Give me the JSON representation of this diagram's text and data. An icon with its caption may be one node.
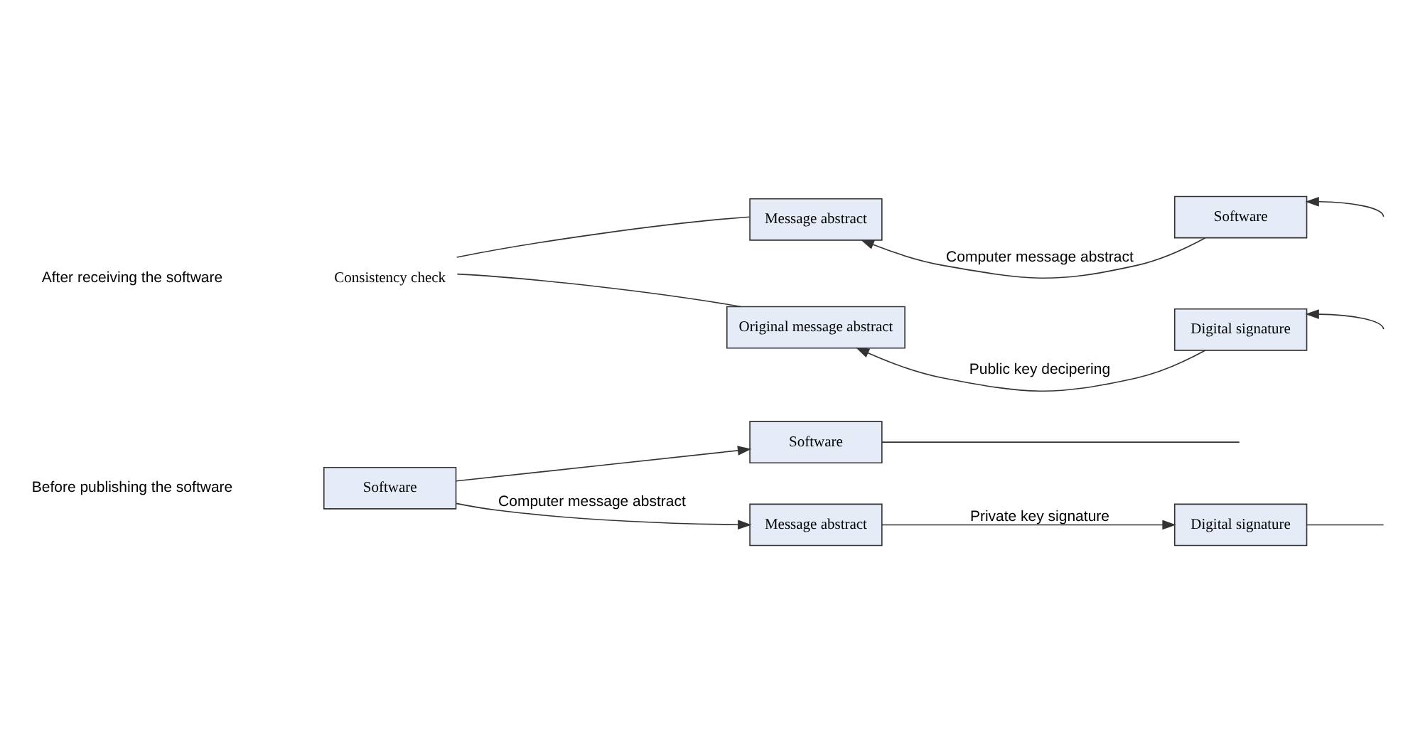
{
  "diagram": {
    "nodes": [
      {
        "text": [
          "Software"
        ]
      },
      {
        "text": [
          "Software"
        ]
      },
      {
        "text": [
          "Message abstract"
        ]
      },
      {
        "text": [
          "Digital signature"
        ]
      },
      {
        "text": [
          "Message abstract"
        ]
      },
      {
        "text": [
          "Software"
        ]
      },
      {
        "text": [
          "Original message abstract"
        ]
      },
      {
        "text": [
          "Digital signature"
        ]
      },
      {
        "text": [
          "Consistency check"
        ]
      }
    ],
    "edges": [
      {
        "from": 0,
        "to": 1,
        "arrow": "to"
      },
      {
        "from": 0,
        "to": 2,
        "arrow": "to",
        "label": "Computer message abstract"
      },
      {
        "from": 2,
        "to": 3,
        "arrow": "to",
        "label": "Private key signature"
      },
      {
        "from": 1,
        "to": null,
        "arrow": "none"
      },
      {
        "from": 3,
        "to": null,
        "arrow": "none"
      },
      {
        "from": 5,
        "to": 4,
        "arrow": "to",
        "label": "Computer message abstract"
      },
      {
        "from": 7,
        "to": 6,
        "arrow": "to",
        "label": "Public key decipering"
      },
      {
        "from": null,
        "to": 5,
        "arrow": "to"
      },
      {
        "from": null,
        "to": 7,
        "arrow": "to"
      },
      {
        "from": 4,
        "to": 8,
        "arrow": "none"
      },
      {
        "from": 6,
        "to": 8,
        "arrow": "none"
      }
    ],
    "labels": [
      "Before publishing the software",
      "After receiving the software"
    ]
  }
}
